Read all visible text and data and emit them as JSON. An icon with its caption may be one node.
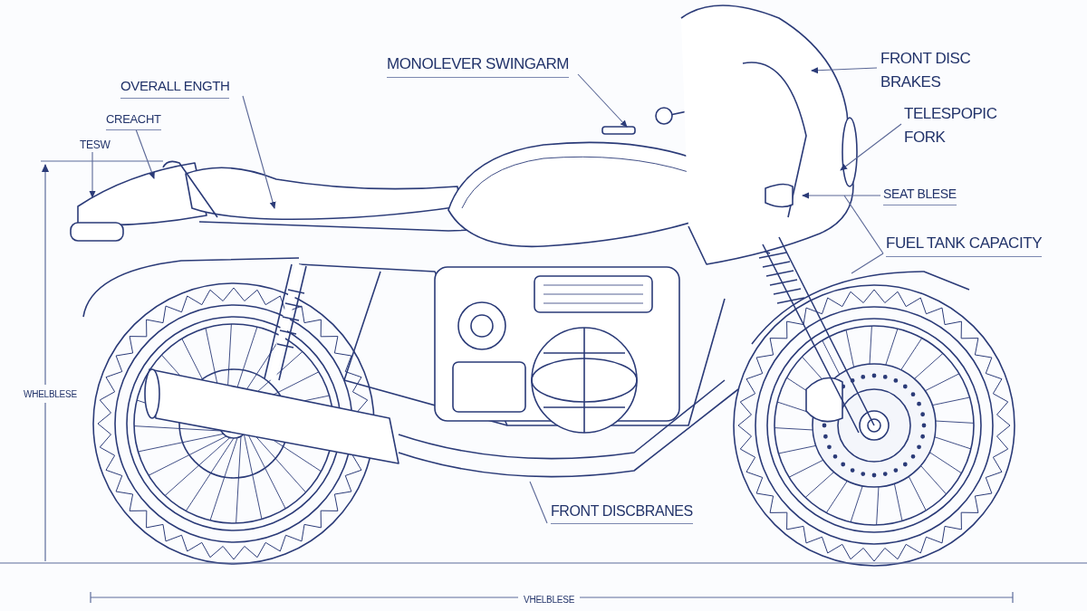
{
  "diagram": {
    "nodes": [
      {
        "text": [
          "OVERALL ENGTH"
        ]
      },
      {
        "text": [
          "CREACHT"
        ]
      },
      {
        "text": [
          "TESW"
        ]
      },
      {
        "text": [
          "MONOLEVER SWINGARM"
        ]
      },
      {
        "text": [
          "FRONT DISC BRAKES"
        ]
      },
      {
        "text": [
          "TELESPOPIC FORK"
        ]
      },
      {
        "text": [
          "SEAT BLESE"
        ]
      },
      {
        "text": [
          "FUEL TANK CAPACITY"
        ]
      },
      {
        "text": [
          "FRONT DISCBRANES"
        ]
      }
    ],
    "edges": [
      {
        "from": 0,
        "to": null,
        "arrow": "to"
      },
      {
        "from": 1,
        "to": null,
        "arrow": "to"
      },
      {
        "from": 2,
        "to": null,
        "arrow": "to"
      },
      {
        "from": 3,
        "to": null,
        "arrow": "to"
      },
      {
        "from": 4,
        "to": null,
        "arrow": "to"
      },
      {
        "from": 5,
        "to": null,
        "arrow": "to"
      },
      {
        "from": 6,
        "to": null,
        "arrow": "to"
      },
      {
        "from": 7,
        "to": null,
        "arrow": "none"
      },
      {
        "from": 7,
        "to": null,
        "arrow": "none"
      },
      {
        "from": 8,
        "to": null,
        "arrow": "none"
      }
    ],
    "labels": [
      "WHELBLESE",
      "VHELBLESE"
    ]
  }
}
